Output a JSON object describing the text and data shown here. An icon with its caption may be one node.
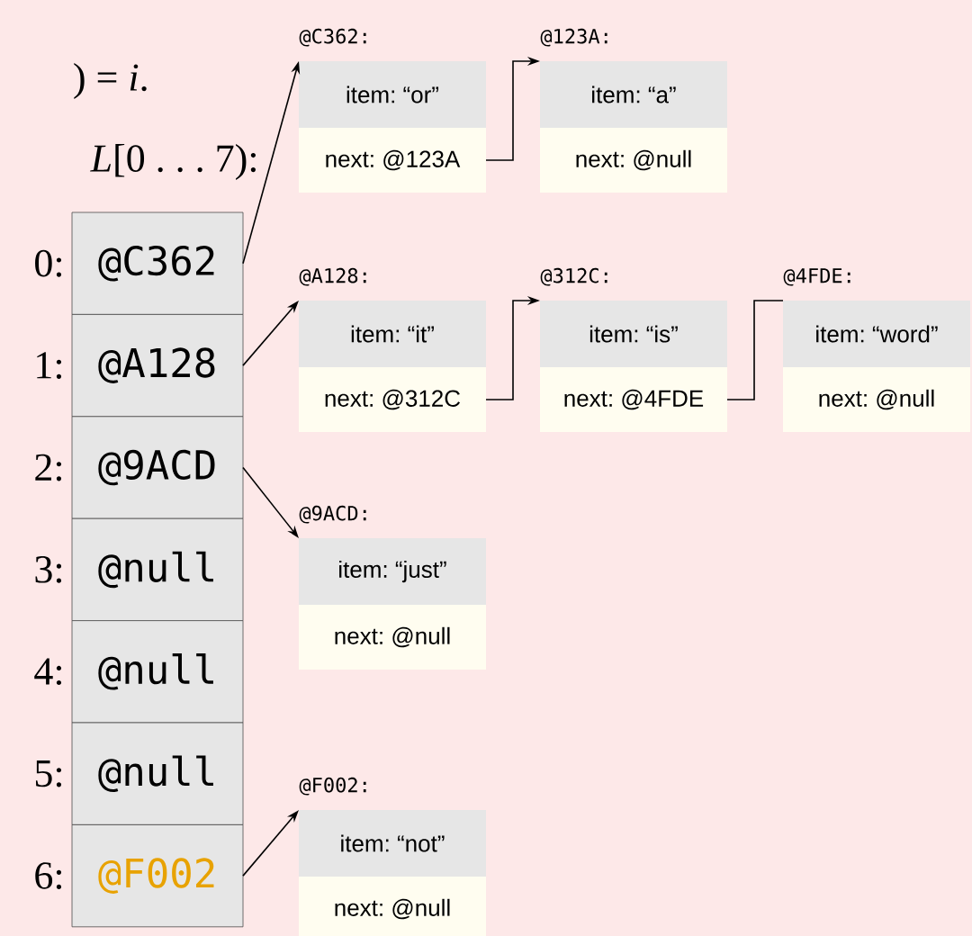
{
  "diagram": {
    "nodes": [
      {
        "text": [
          "@C362"
        ],
        "beside": [
          "0:"
        ]
      },
      {
        "text": [
          "@A128"
        ],
        "beside": [
          "1:"
        ]
      },
      {
        "text": [
          "@9ACD"
        ],
        "beside": [
          "2:"
        ]
      },
      {
        "text": [
          "@null"
        ],
        "beside": [
          "3:"
        ]
      },
      {
        "text": [
          "@null"
        ],
        "beside": [
          "4:"
        ]
      },
      {
        "text": [
          "@null"
        ],
        "beside": [
          "5:"
        ]
      },
      {
        "text": [
          "@F002"
        ],
        "beside": [
          "6:"
        ]
      },
      {
        "text": [
          "@C362:",
          "item: “or”",
          "next: @123A"
        ]
      },
      {
        "text": [
          "@123A:",
          "item: “a”",
          "next: @null"
        ]
      },
      {
        "text": [
          "@A128:",
          "item: “it”",
          "next: @312C"
        ]
      },
      {
        "text": [
          "@312C:",
          "item: “is”",
          "next: @4FDE"
        ]
      },
      {
        "text": [
          "@4FDE:",
          "item: “word”",
          "next: @null"
        ]
      },
      {
        "text": [
          "@9ACD:",
          "item: “just”",
          "next: @null"
        ]
      },
      {
        "text": [
          "@F002:",
          "item: “not”",
          "next: @null"
        ]
      }
    ],
    "edges": [
      {
        "from": 0,
        "to": 7,
        "arrow": "to"
      },
      {
        "from": 1,
        "to": 9,
        "arrow": "to"
      },
      {
        "from": 2,
        "to": 12,
        "arrow": "to"
      },
      {
        "from": 6,
        "to": 13,
        "arrow": "to"
      },
      {
        "from": 7,
        "to": 8,
        "arrow": "to"
      },
      {
        "from": 9,
        "to": 10,
        "arrow": "to"
      },
      {
        "from": 10,
        "to": 11,
        "arrow": "none"
      }
    ],
    "labels": [
      ") = *i*.",
      "*L*[0 . . . 7):"
    ]
  }
}
